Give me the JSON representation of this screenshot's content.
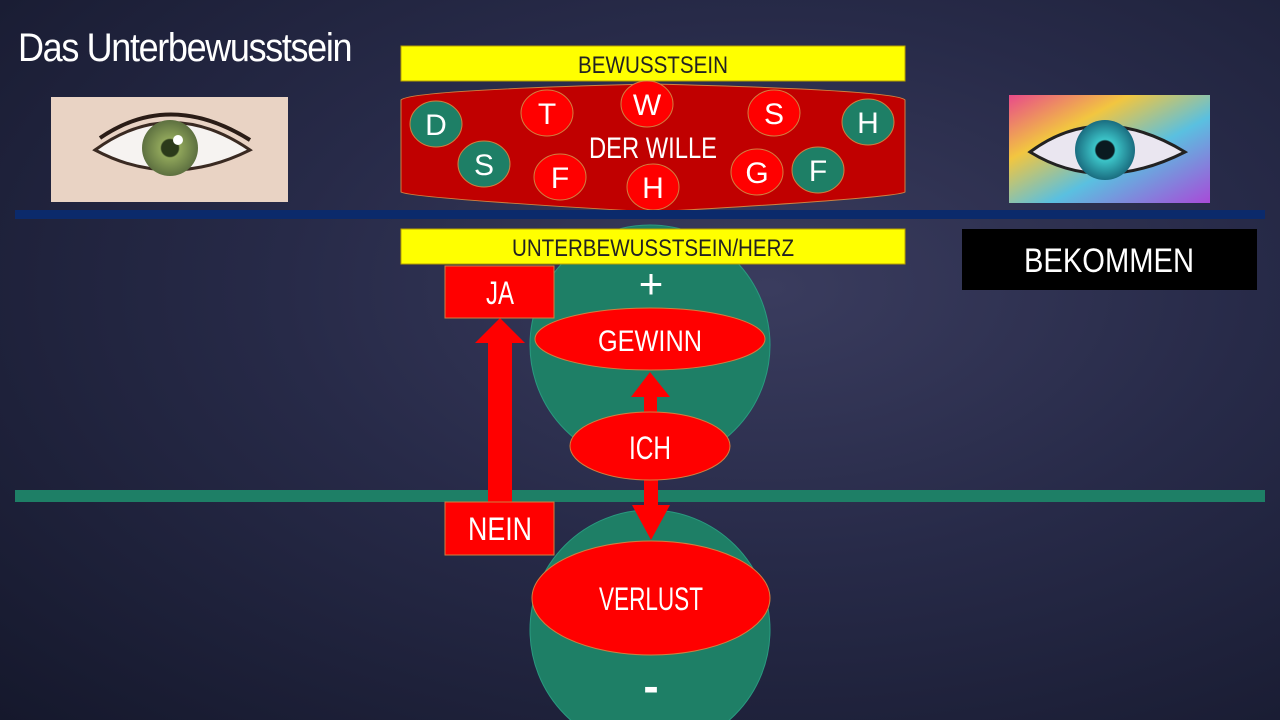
{
  "title": "Das Unterbewusstsein",
  "colors": {
    "yellow": "#ffff00",
    "dark_red": "#c00000",
    "red": "#ff0000",
    "green": "#1e7f66",
    "blue_line": "#0b2a6b",
    "black": "#000000"
  },
  "images": {
    "left": "eye-photo",
    "right": "eye-polygon-art"
  },
  "top": {
    "bar_label": "BEWUSSTSEIN",
    "banner_label": "DER WILLE",
    "letters": [
      {
        "text": "D",
        "color": "green"
      },
      {
        "text": "S",
        "color": "green"
      },
      {
        "text": "T",
        "color": "red"
      },
      {
        "text": "W",
        "color": "red"
      },
      {
        "text": "F",
        "color": "red"
      },
      {
        "text": "H",
        "color": "red"
      },
      {
        "text": "S",
        "color": "red"
      },
      {
        "text": "H",
        "color": "green"
      },
      {
        "text": "G",
        "color": "red"
      },
      {
        "text": "F",
        "color": "green"
      }
    ]
  },
  "bottom": {
    "bar_label": "UNTERBEWUSSTSEIN/HERZ",
    "bekommen": "BEKOMMEN",
    "ja": "JA",
    "nein": "NEIN",
    "plus": "+",
    "minus": "-",
    "gewinn": "GEWINN",
    "ich": "ICH",
    "verlust": "VERLUST"
  }
}
